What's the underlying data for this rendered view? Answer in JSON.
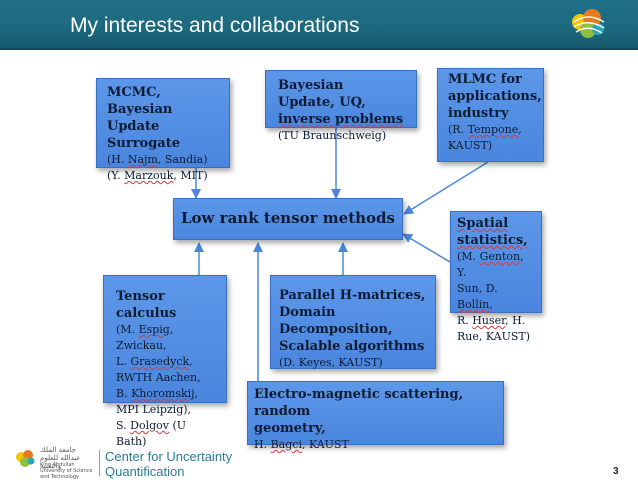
{
  "title": "My interests and collaborations",
  "center_node": "Low rank tensor methods",
  "boxes": {
    "mcmc": {
      "line1": "MCMC,",
      "line2": "Bayesian Update",
      "line3": "Surrogate",
      "c1_pre": "(H. ",
      "c1_u": "Najm",
      "c1_post": ", Sandia)",
      "c2_pre": "(Y. ",
      "c2_u": "Marzouk",
      "c2_post": ", MIT)"
    },
    "bayes": {
      "line1": "Bayesian Update, UQ,",
      "line2": "inverse problems",
      "c1": "(TU Braunschweig)"
    },
    "mlmc": {
      "line1": "MLMC for",
      "line2": "applications,",
      "line3": "industry",
      "c1_pre": "(R. ",
      "c1_u": "Tempone",
      "c1_post": ",",
      "c2": "KAUST)"
    },
    "spatial": {
      "line1": "Spatial",
      "line2": "statistics,",
      "c1_pre": "(M. ",
      "c1_u": "Genton",
      "c1_post": ", Y.",
      "c2": "Sun, D. ",
      "c2_u": "Bollin",
      "c2_post": ",",
      "c3_pre": "R. ",
      "c3_u": "Huser",
      "c3_post": ", H.",
      "c4": "Rue, KAUST)"
    },
    "tensor": {
      "line1": "Tensor calculus",
      "c1_pre": "(M. ",
      "c1_u": "Espig",
      "c1_post": ", Zwickau,",
      "c2_pre": "L. ",
      "c2_u": "Grasedyck",
      "c2_post": ",",
      "c3": "RWTH Aachen,",
      "c4_pre": "B. ",
      "c4_u": "Khoromskij",
      "c4_post": ",",
      "c5": "MPI Leipzig),",
      "c6_pre": "S. ",
      "c6_u": "Dolgov",
      "c6_post": " (U Bath)"
    },
    "parallel": {
      "line1": "Parallel H-matrices,",
      "line2": "Domain Decomposition,",
      "line3": "Scalable algorithms",
      "c1": "(D. Keyes, KAUST)"
    },
    "electro": {
      "line1": "Electro-magnetic scattering, random",
      "line2": "geometry,",
      "c1_pre": "H. ",
      "c1_u": "Bagci",
      "c1_post": ", KAUST"
    }
  },
  "footer": {
    "arabic_name": "جامعة الملك عبدالله للعلوم والتقنية",
    "kaust_name": "King Abdullah University of Science and Technology",
    "center_line1": "Center for Uncertainty",
    "center_line2": "Quantification"
  },
  "page_number": "3",
  "colors": {
    "header": "#1d6a80",
    "box": "#4a86de",
    "arrow": "#4a86de",
    "accent": "#2a7d92"
  }
}
